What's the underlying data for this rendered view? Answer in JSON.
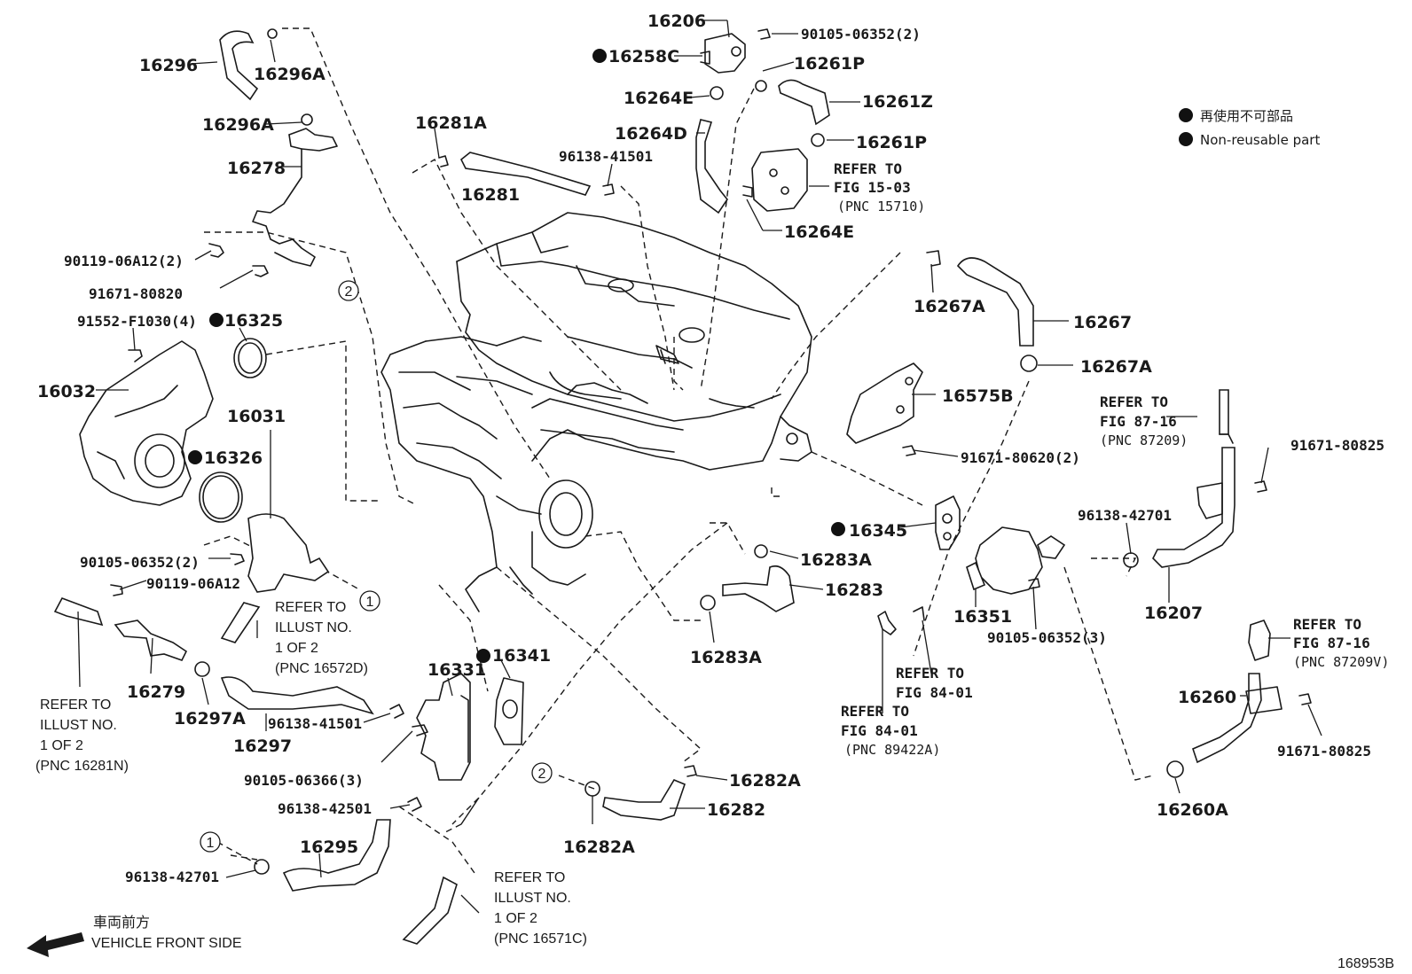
{
  "legend": {
    "jp": "再使用不可部品",
    "en": "Non-reusable part"
  },
  "front": {
    "jp": "車両前方",
    "en": "VEHICLE FRONT SIDE"
  },
  "figure_id": "168953B",
  "labels": {
    "p16206": "16206",
    "p90105_06352_2_top": "90105-06352(2)",
    "p16258C": "16258C",
    "p16261P_a": "16261P",
    "p16264E_a": "16264E",
    "p16261Z": "16261Z",
    "p16264D": "16264D",
    "p16261P_b": "16261P",
    "p16264E_b": "16264E",
    "p16296": "16296",
    "p16296A_a": "16296A",
    "p16296A_b": "16296A",
    "p16278": "16278",
    "p16281A": "16281A",
    "p16281": "16281",
    "p96138_41501_top": "96138-41501",
    "p90119_06A12_2": "90119-06A12(2)",
    "p91671_80820": "91671-80820",
    "p91552_F1030_4": "91552-F1030(4)",
    "p16325": "16325",
    "p16032": "16032",
    "p16031": "16031",
    "p16326": "16326",
    "p90105_06352_2_mid": "90105-06352(2)",
    "p90119_06A12": "90119-06A12",
    "p16279": "16279",
    "p16297A": "16297A",
    "p96138_41501_low": "96138-41501",
    "p16297": "16297",
    "p90105_06366_3": "90105-06366(3)",
    "p96138_42501": "96138-42501",
    "p16295": "16295",
    "p96138_42701_low": "96138-42701",
    "p16331": "16331",
    "p16341": "16341",
    "p16283A_a": "16283A",
    "p16283": "16283",
    "p16283A_b": "16283A",
    "p16282A_a": "16282A",
    "p16282": "16282",
    "p16282A_b": "16282A",
    "p16267A_a": "16267A",
    "p16267": "16267",
    "p16267A_b": "16267A",
    "p16575B": "16575B",
    "p91671_80620_2": "91671-80620(2)",
    "p16345": "16345",
    "p96138_42701_mid": "96138-42701",
    "p16351": "16351",
    "p90105_06352_3": "90105-06352(3)",
    "p16207": "16207",
    "p91671_80825_a": "91671-80825",
    "p16260": "16260",
    "p91671_80825_b": "91671-80825",
    "p16260A": "16260A"
  },
  "refs": {
    "fig1503": [
      "REFER TO",
      "FIG 15-03",
      "(PNC 15710)"
    ],
    "fig8716a": [
      "REFER TO",
      "FIG 87-16",
      "(PNC 87209)"
    ],
    "fig8716b": [
      "REFER TO",
      "FIG 87-16",
      "(PNC 87209V)"
    ],
    "fig8401a": [
      "REFER TO",
      "FIG 84-01"
    ],
    "fig8401b": [
      "REFER TO",
      "FIG 84-01",
      "(PNC 89422A)"
    ],
    "illust16572D": [
      "REFER TO",
      "ILLUST NO.",
      "1 OF 2",
      "(PNC 16572D)"
    ],
    "illust16281N": [
      "REFER TO",
      "ILLUST NO.",
      "1 OF 2",
      "(PNC 16281N)"
    ],
    "illust16571C": [
      "REFER TO",
      "ILLUST NO.",
      "1 OF 2",
      "(PNC 16571C)"
    ]
  },
  "circles": {
    "c1": "1",
    "c2": "2"
  }
}
